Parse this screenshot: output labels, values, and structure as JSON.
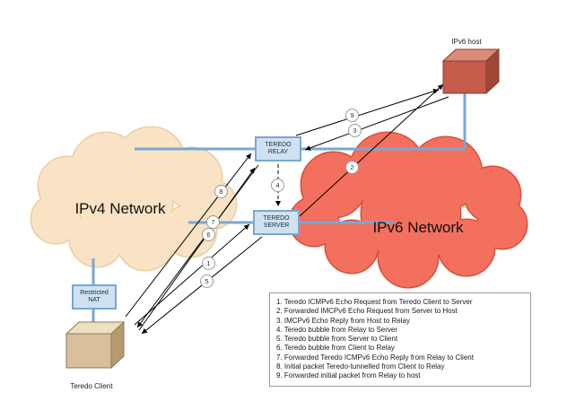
{
  "colors": {
    "ipv4_cloud_fill": "#f9e3c4",
    "ipv4_cloud_stroke": "#e8cfa6",
    "ipv6_cloud_fill": "#f4705e",
    "ipv6_cloud_stroke": "#d9503c",
    "node_fill": "#cfe2f2",
    "node_border": "#78a8d4",
    "connector_blue": "#78a8d4",
    "arrow_black": "#000000"
  },
  "labels": {
    "ipv4_network": "IPv4 Network",
    "ipv6_network": "IPv6 Network",
    "ipv6_host": "IPv6 host",
    "teredo_client": "Teredo Client"
  },
  "nodes": {
    "relay_line1": "TEREDO",
    "relay_line2": "RELAY",
    "server_line1": "TEREDO",
    "server_line2": "SERVER",
    "nat_line1": "Restricted",
    "nat_line2": "NAT"
  },
  "markers": [
    "1",
    "2",
    "3",
    "4",
    "5",
    "6",
    "7",
    "8",
    "9"
  ],
  "legend": {
    "items": [
      "1. Teredo ICMPv6 Echo Request from Teredo Client to Server",
      "2. Forwarded IMCPv6 Echo Request from Server to Host",
      "3. IMCPv6 Echo Reply from Host to Relay",
      "4. Teredo bubble from Relay to Server",
      "5. Teredo bubble from Server to Client",
      "6. Teredo bubble from Client to Relay",
      "7. Forwarded Teredo ICMPv6 Echo Reply from Relay to Client",
      "8. Initial packet Teredo-tunnelled from Client to Relay",
      "9. Forwarded initial packet from Relay to host"
    ]
  }
}
